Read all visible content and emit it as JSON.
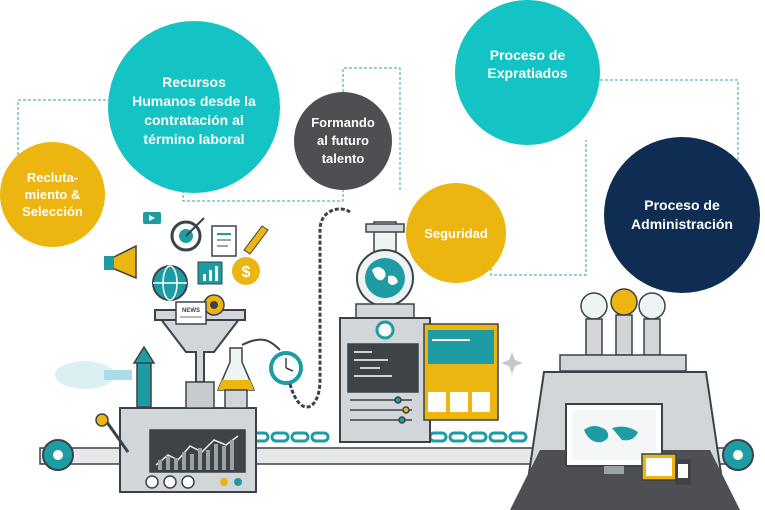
{
  "colors": {
    "yellow": "#EDB510",
    "teal": "#14C3C3",
    "dark_gray": "#4D4F53",
    "navy": "#0F2D52",
    "machine_gray": "#D3D6D8",
    "outline": "#3B4249"
  },
  "nodes": [
    {
      "id": "reclutamiento",
      "label": "Recluta-\nmiento &\nSelección",
      "color": "yellow"
    },
    {
      "id": "recursos_humanos",
      "label": "Recursos\nHumanos desde la\ncontratación al\ntérmino laboral",
      "color": "teal"
    },
    {
      "id": "formando",
      "label": "Formando\nal futuro\ntalento",
      "color": "dark_gray"
    },
    {
      "id": "seguridad",
      "label": "Seguridad",
      "color": "yellow"
    },
    {
      "id": "expatriados",
      "label": "Proceso de\nExpratiados",
      "color": "teal"
    },
    {
      "id": "administracion",
      "label": "Proceso de\nAdministración",
      "color": "navy"
    }
  ],
  "illustration": {
    "news_label": "NEWS",
    "icons": [
      "video-icon",
      "target-icon",
      "megaphone-icon",
      "globe-icon",
      "dollar-icon",
      "document-icon",
      "pencil-icon",
      "chart-icon",
      "gear-icon"
    ]
  }
}
